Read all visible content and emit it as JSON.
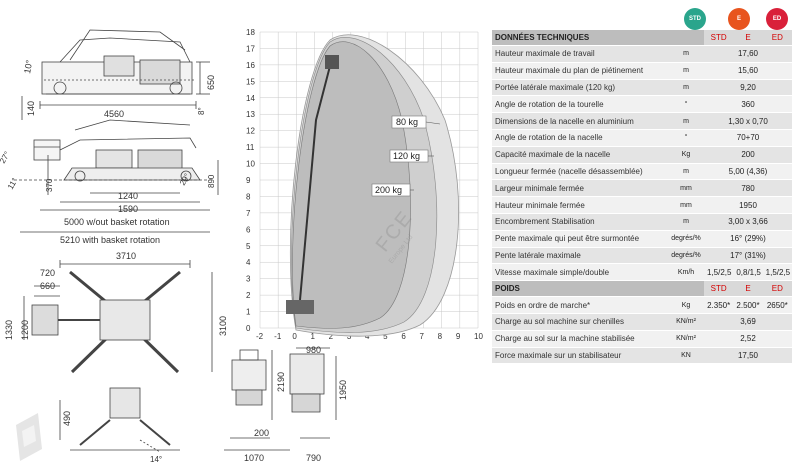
{
  "badges": [
    {
      "icon": "hybrid-power-icon",
      "color": "#2aa58c",
      "text": "STD"
    },
    {
      "icon": "electric-power-icon",
      "color": "#e8541e",
      "text": "E"
    },
    {
      "icon": "diesel-power-icon",
      "color": "#d9203a",
      "text": "ED"
    }
  ],
  "specs": {
    "header": "DONNÉES TECHNIQUES",
    "columns": [
      "STD",
      "E",
      "ED"
    ],
    "rows": [
      {
        "label": "Hauteur maximale de travail",
        "unit": "m",
        "value": "17,60"
      },
      {
        "label": "Hauteur maximale du plan de piétinement",
        "unit": "m",
        "value": "15,60"
      },
      {
        "label": "Portée latérale maximale (120 kg)",
        "unit": "m",
        "value": "9,20"
      },
      {
        "label": "Angle de rotation de la tourelle",
        "unit": "°",
        "value": "360"
      },
      {
        "label": "Dimensions de la nacelle en aluminium",
        "unit": "m",
        "value": "1,30 x 0,70"
      },
      {
        "label": "Angle de rotation de la nacelle",
        "unit": "°",
        "value": "70+70"
      },
      {
        "label": "Capacité maximale de la nacelle",
        "unit": "Kg",
        "value": "200"
      },
      {
        "label": "Longueur fermée (nacelle désassemblée)",
        "unit": "m",
        "value": "5,00 (4,36)"
      },
      {
        "label": "Largeur minimale fermée",
        "unit": "mm",
        "value": "780"
      },
      {
        "label": "Hauteur minimale fermée",
        "unit": "mm",
        "value": "1950"
      },
      {
        "label": "Encombrement  Stabilisation",
        "unit": "m",
        "value": "3,00 x 3,66"
      },
      {
        "label": "Pente maximale qui peut être surmontée",
        "unit": "degrés/%",
        "value": "16° (29%)"
      },
      {
        "label": "Pente latérale maximale",
        "unit": "degrés/%",
        "value": "17° (31%)"
      }
    ],
    "speed_row": {
      "label": "Vitesse maximale simple/double",
      "unit": "Km/h",
      "values": [
        "1,5/2,5",
        "0,8/1,5",
        "1,5/2,5"
      ]
    },
    "weights_header": "POIDS",
    "weight_rows": [
      {
        "label": "Poids en ordre de marche*",
        "unit": "Kg",
        "values": [
          "2.350*",
          "2.500*",
          "2650*"
        ]
      },
      {
        "label": "Charge au sol machine sur chenilles",
        "unit": "KN/m²",
        "value": "3,69"
      },
      {
        "label": "Charge au sol sur la machine stabilisée",
        "unit": "KN/m²",
        "value": "2,52"
      },
      {
        "label": "Force maximale sur un stabilisateur",
        "unit": "KN",
        "value": "17,50"
      }
    ]
  },
  "diagram": {
    "y_ticks": [
      "18",
      "17",
      "16",
      "15",
      "14",
      "13",
      "12",
      "11",
      "10",
      "9",
      "8",
      "7",
      "6",
      "5",
      "4",
      "3",
      "2",
      "1",
      "0"
    ],
    "x_ticks": [
      "-2",
      "-1",
      "0",
      "1",
      "2",
      "3",
      "4",
      "5",
      "6",
      "7",
      "8",
      "9",
      "10"
    ],
    "loads": [
      "80 kg",
      "120 kg",
      "200 kg"
    ]
  },
  "dimensions": {
    "side_top": {
      "angle": "10°",
      "length": "4560",
      "height_left": "140",
      "height_right": "650",
      "small_angle": "8°"
    },
    "side_mid": {
      "angle_left": "27°",
      "angle_small": "11°",
      "angle_right": "29°",
      "height_left": "370",
      "height_right": "890",
      "len_a": "1240",
      "len_b": "1590",
      "len_c": "5000 w/out basket rotation",
      "len_d": "5210 with basket rotation"
    },
    "plan": {
      "width": "3710",
      "a": "720",
      "b": "660",
      "c": "1330",
      "d": "1200",
      "depth": "3100"
    },
    "front": {
      "width": "980",
      "h1": "2190",
      "h2": "1950"
    },
    "bottom": {
      "h": "490",
      "w1": "200",
      "w2": "1070",
      "w3": "790",
      "angle": "14°"
    }
  },
  "watermark": {
    "main": "FCE",
    "sub": "Europe Ltd"
  }
}
